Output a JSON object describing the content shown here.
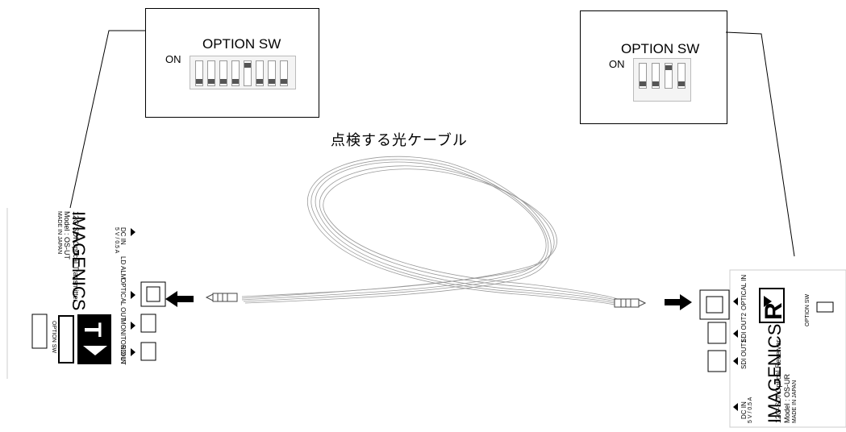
{
  "cable_title": "点検する光ケーブル",
  "option_left": {
    "title": "OPTION SW",
    "on": "ON",
    "switch_count": 8,
    "up": [
      5
    ]
  },
  "option_right": {
    "title": "OPTION SW",
    "on": "ON",
    "switch_count": 4,
    "up": [
      3
    ]
  },
  "transmitter": {
    "brand": "IMAGENICS",
    "model_line1": "12G SDI Optical Transmitter",
    "model_line2": "Model : OS-UT",
    "made": "MADE IN JAPAN",
    "dc": "DC IN",
    "dc_spec": "5 V / 0.5 A",
    "ld_alm": "LD ALM",
    "optical_out": "OPTICAL OUT",
    "monitor_out": "MONITOR OUT",
    "sdi_in": "SDI IN",
    "option_sw": "OPTION SW",
    "badge": "T"
  },
  "receiver": {
    "brand": "IMAGENICS",
    "model_line1": "12G-SDI Optical Receiver",
    "model_line2": "Model : OS-UR",
    "made": "MADE IN JAPAN",
    "dc": "DC IN",
    "dc_spec": "5 V / 0.5 A",
    "optical_in": "OPTICAL IN",
    "sdi_out2": "SDI OUT2",
    "sdi_out1": "SDI OUT1",
    "option_sw": "OPTION SW",
    "badge": "R"
  }
}
